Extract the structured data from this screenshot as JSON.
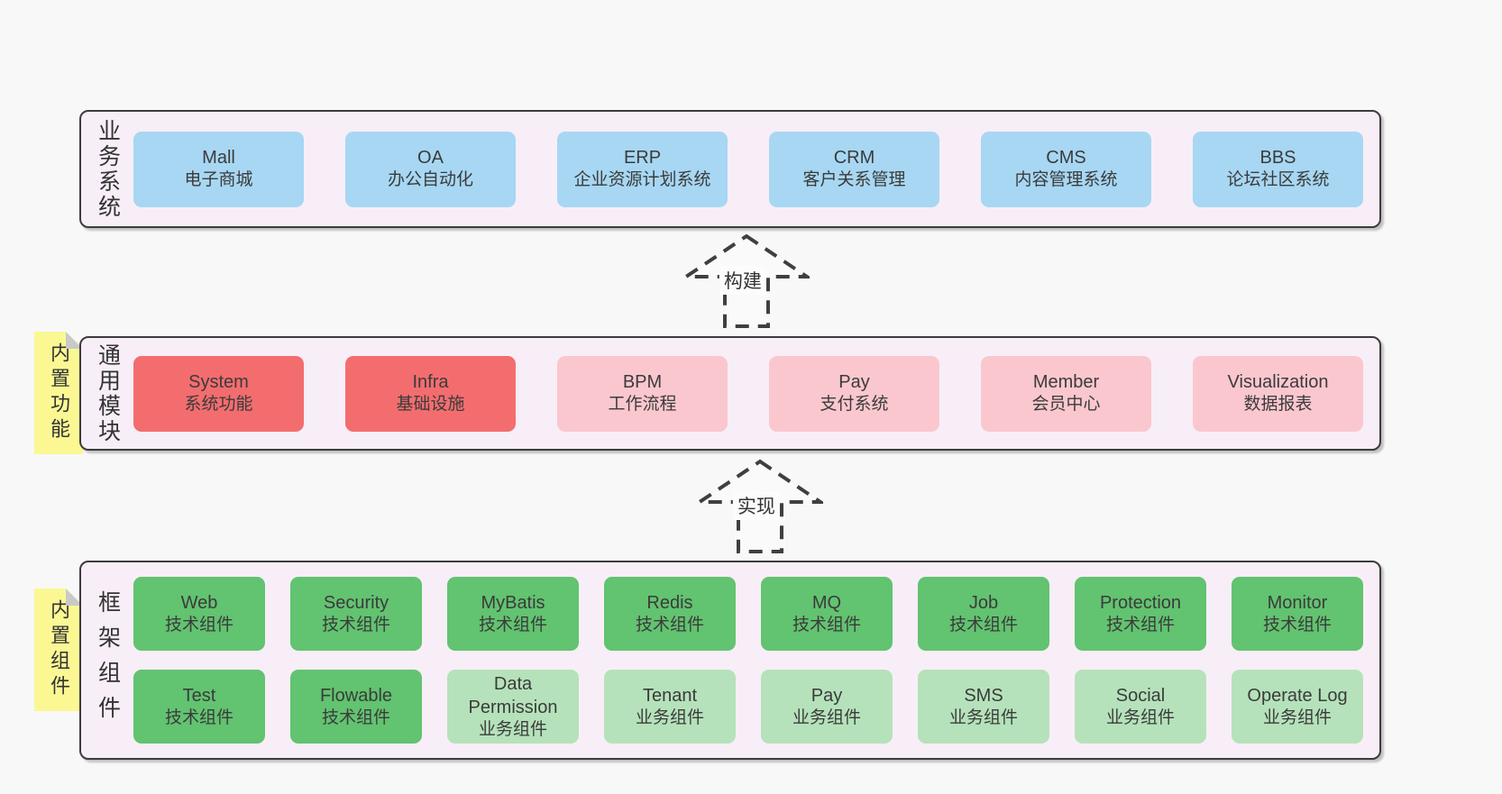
{
  "colors": {
    "page_bg": "#f8f8f8",
    "container_bg": "#f8eef7",
    "line": "#3c3c3c",
    "blue": "#a7d7f3",
    "red": "#f36d6f",
    "pink": "#fbc7ce",
    "green": "#62c370",
    "light_green": "#b5e2ba",
    "note_bg": "#fbf894",
    "fold": "#c9c9c9"
  },
  "layers": [
    {
      "id": "business",
      "side_label": "业务系统",
      "boxes": [
        {
          "title": "Mall",
          "subtitle": "电子商城",
          "variant": "blue"
        },
        {
          "title": "OA",
          "subtitle": "办公自动化",
          "variant": "blue"
        },
        {
          "title": "ERP",
          "subtitle": "企业资源计划系统",
          "variant": "blue"
        },
        {
          "title": "CRM",
          "subtitle": "客户关系管理",
          "variant": "blue"
        },
        {
          "title": "CMS",
          "subtitle": "内容管理系统",
          "variant": "blue"
        },
        {
          "title": "BBS",
          "subtitle": "论坛社区系统",
          "variant": "blue"
        }
      ]
    },
    {
      "id": "modules",
      "side_label": "通用模块",
      "note": "内置功能",
      "boxes": [
        {
          "title": "System",
          "subtitle": "系统功能",
          "variant": "red"
        },
        {
          "title": "Infra",
          "subtitle": "基础设施",
          "variant": "red"
        },
        {
          "title": "BPM",
          "subtitle": "工作流程",
          "variant": "pink"
        },
        {
          "title": "Pay",
          "subtitle": "支付系统",
          "variant": "pink"
        },
        {
          "title": "Member",
          "subtitle": "会员中心",
          "variant": "pink"
        },
        {
          "title": "Visualization",
          "subtitle": "数据报表",
          "variant": "pink"
        }
      ]
    },
    {
      "id": "components",
      "side_label": "框架组件",
      "note": "内置组件",
      "rows": [
        [
          {
            "title": "Web",
            "subtitle": "技术组件",
            "variant": "green"
          },
          {
            "title": "Security",
            "subtitle": "技术组件",
            "variant": "green"
          },
          {
            "title": "MyBatis",
            "subtitle": "技术组件",
            "variant": "green"
          },
          {
            "title": "Redis",
            "subtitle": "技术组件",
            "variant": "green"
          },
          {
            "title": "MQ",
            "subtitle": "技术组件",
            "variant": "green"
          },
          {
            "title": "Job",
            "subtitle": "技术组件",
            "variant": "green"
          },
          {
            "title": "Protection",
            "subtitle": "技术组件",
            "variant": "green"
          },
          {
            "title": "Monitor",
            "subtitle": "技术组件",
            "variant": "green"
          }
        ],
        [
          {
            "title": "Test",
            "subtitle": "技术组件",
            "variant": "green"
          },
          {
            "title": "Flowable",
            "subtitle": "技术组件",
            "variant": "green"
          },
          {
            "title": "Data Permission",
            "subtitle": "业务组件",
            "variant": "lightgreen"
          },
          {
            "title": "Tenant",
            "subtitle": "业务组件",
            "variant": "lightgreen"
          },
          {
            "title": "Pay",
            "subtitle": "业务组件",
            "variant": "lightgreen"
          },
          {
            "title": "SMS",
            "subtitle": "业务组件",
            "variant": "lightgreen"
          },
          {
            "title": "Social",
            "subtitle": "业务组件",
            "variant": "lightgreen"
          },
          {
            "title": "Operate Log",
            "subtitle": "业务组件",
            "variant": "lightgreen"
          }
        ]
      ]
    }
  ],
  "arrows": [
    {
      "label": "构建"
    },
    {
      "label": "实现"
    }
  ]
}
